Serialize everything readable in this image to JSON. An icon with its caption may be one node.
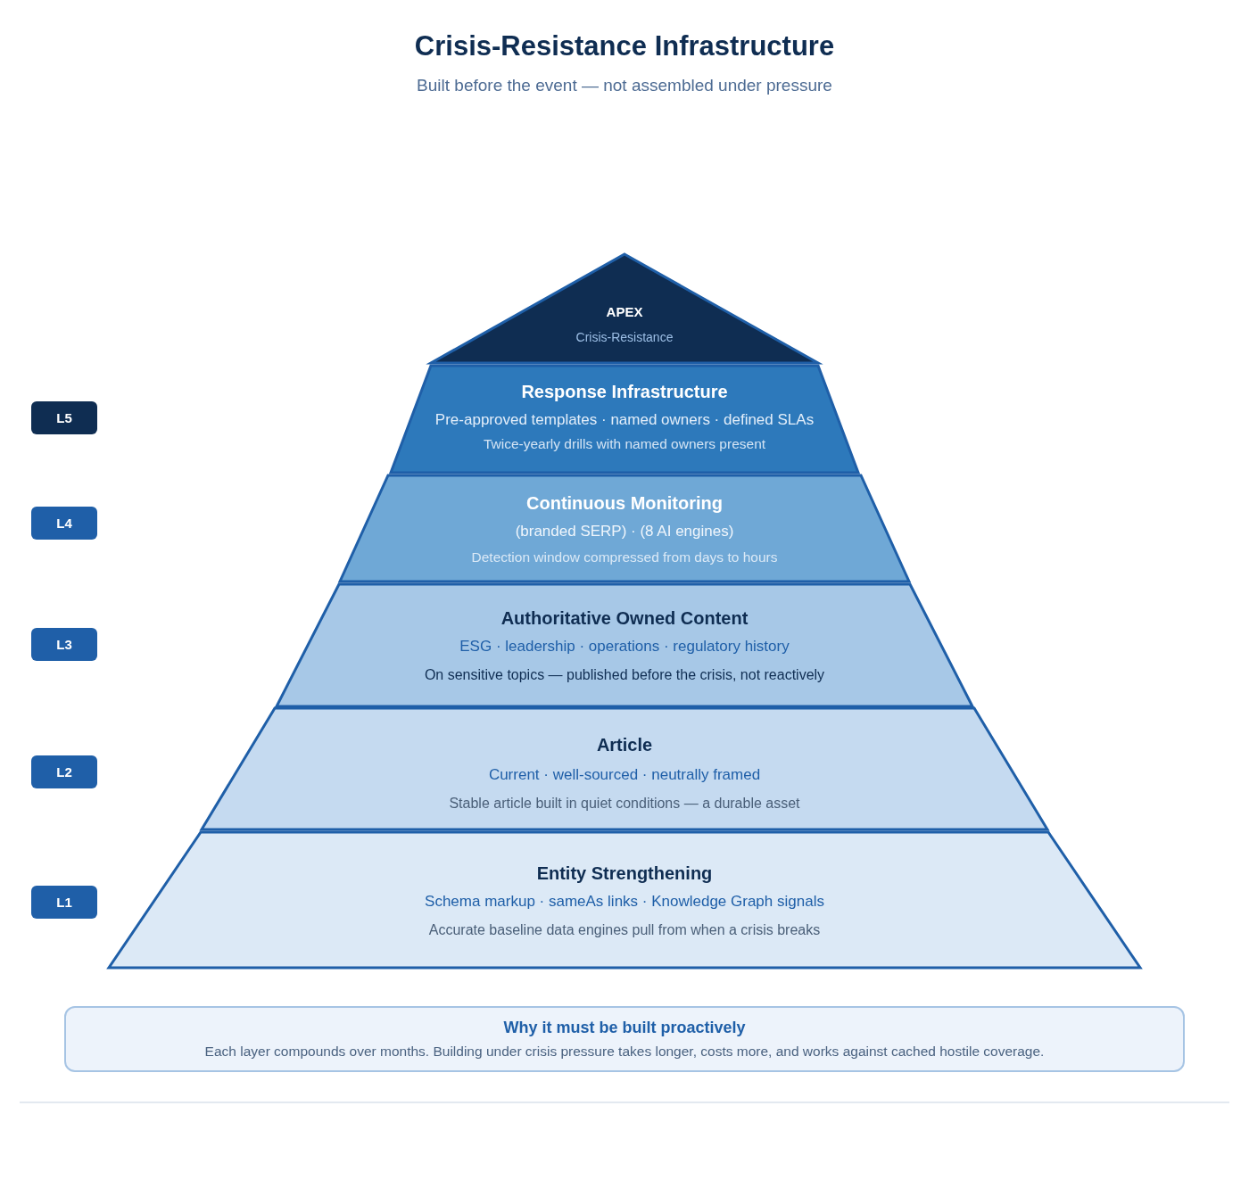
{
  "diagram": {
    "title": "Crisis-Resistance Infrastructure",
    "nodes": [
      {
        "text": [
          "APEX",
          "Crisis-Resistance"
        ]
      },
      {
        "text": [
          "L5"
        ]
      },
      {
        "text": [
          "Response Infrastructure",
          "Pre-approved templates · named owners · defined SLAs",
          "Twice-yearly drills with named owners present"
        ]
      },
      {
        "text": [
          "L4"
        ]
      },
      {
        "text": [
          "Continuous Monitoring",
          "(branded SERP) · (8 AI engines)",
          "Detection window compressed from days to hours"
        ]
      },
      {
        "text": [
          "L3"
        ]
      },
      {
        "text": [
          "Authoritative Owned Content",
          "ESG · leadership · operations · regulatory history",
          "On sensitive topics — published before the crisis, not reactively"
        ]
      },
      {
        "text": [
          "L2"
        ]
      },
      {
        "text": [
          "Article",
          "Current · well-sourced · neutrally framed",
          "Stable article built in quiet conditions — a durable asset"
        ]
      },
      {
        "text": [
          "L1"
        ]
      },
      {
        "text": [
          "Entity Strengthening",
          "Schema markup · sameAs links · Knowledge Graph signals",
          "Accurate baseline data engines pull from when a crisis breaks"
        ]
      },
      {
        "text": [
          "Why it must be built proactively",
          "Each layer compounds over months. Building under crisis pressure takes longer, costs more, and works against cached hostile coverage."
        ]
      }
    ],
    "labels": [
      "Built before the event — not assembled under pressure"
    ]
  }
}
